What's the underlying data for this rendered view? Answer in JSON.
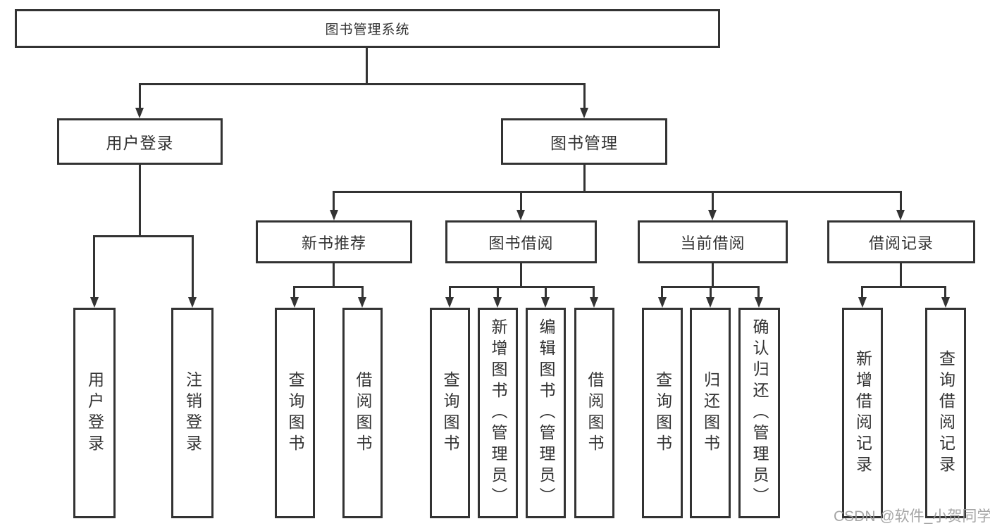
{
  "diagram": {
    "root": {
      "label": "图书管理系统"
    },
    "level2": [
      {
        "label": "用户登录"
      },
      {
        "label": "图书管理"
      }
    ],
    "level3": [
      {
        "label": "新书推荐"
      },
      {
        "label": "图书借阅"
      },
      {
        "label": "当前借阅"
      },
      {
        "label": "借阅记录"
      }
    ],
    "leaves": [
      {
        "label": "用户登录"
      },
      {
        "label": "注销登录"
      },
      {
        "label": "查询图书"
      },
      {
        "label": "借阅图书"
      },
      {
        "label": "查询图书"
      },
      {
        "label": "新增图书（管理员）"
      },
      {
        "label": "编辑图书（管理员）"
      },
      {
        "label": "借阅图书"
      },
      {
        "label": "查询图书"
      },
      {
        "label": "归还图书"
      },
      {
        "label": "确认归还（管理员）"
      },
      {
        "label": "新增借阅记录"
      },
      {
        "label": "查询借阅记录"
      }
    ],
    "watermark": "CSDN @软件_小贺同学",
    "colors": {
      "line": "#333333",
      "background": "#ffffff",
      "watermark": "#9c9c9c"
    }
  }
}
